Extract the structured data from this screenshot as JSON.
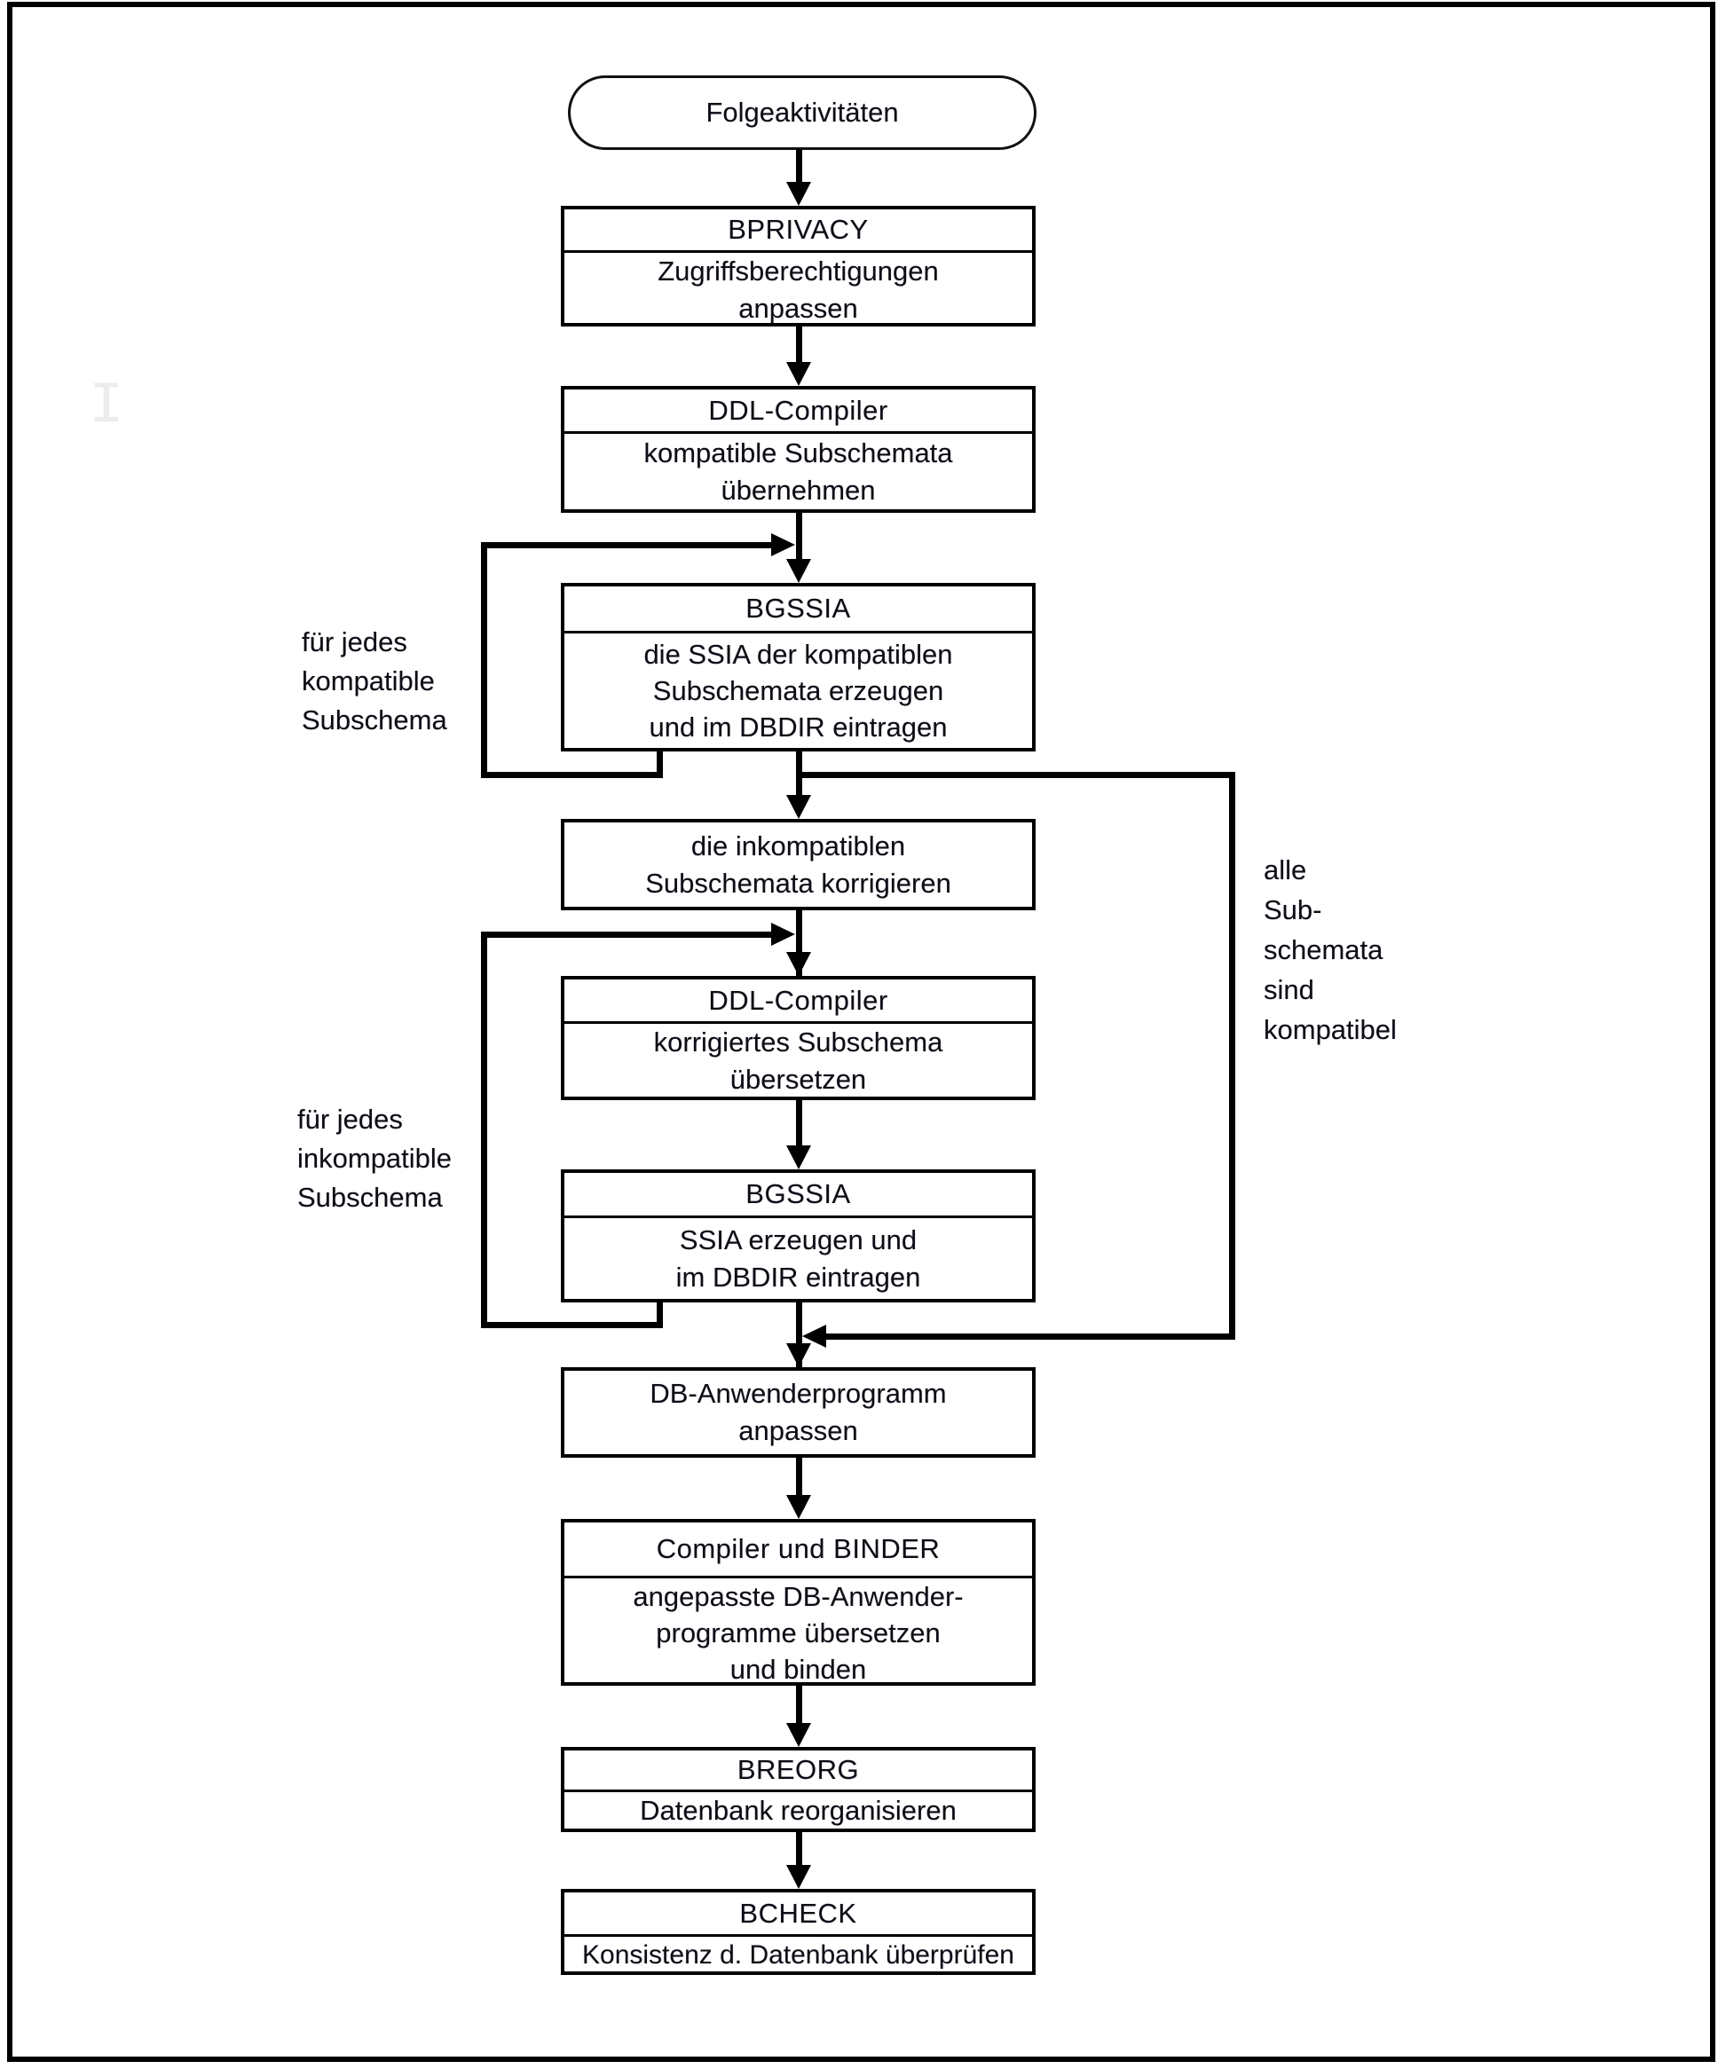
{
  "page": {
    "background": "#ffffff",
    "border_color": "#000000",
    "artifact_glyph": "I"
  },
  "colors": {
    "line": "#000000",
    "text": "#0d0d14"
  },
  "flow": {
    "start": {
      "label": "Folgeaktivitäten"
    },
    "nodes": [
      {
        "id": "bprivacy",
        "title": "BPRIVACY",
        "body": [
          "Zugriffsberechtigungen",
          "anpassen"
        ]
      },
      {
        "id": "ddl-compiler-1",
        "title": "DDL-Compiler",
        "body": [
          "kompatible Subschemata",
          "übernehmen"
        ]
      },
      {
        "id": "bgssia-1",
        "title": "BGSSIA",
        "body": [
          "die SSIA der kompatiblen",
          "Subschemata erzeugen",
          "und im DBDIR eintragen"
        ]
      },
      {
        "id": "inkompatible-korrigieren",
        "title": null,
        "body": [
          "die inkompatiblen",
          "Subschemata korrigieren"
        ]
      },
      {
        "id": "ddl-compiler-2",
        "title": "DDL-Compiler",
        "body": [
          "korrigiertes Subschema",
          "übersetzen"
        ]
      },
      {
        "id": "bgssia-2",
        "title": "BGSSIA",
        "body": [
          "SSIA erzeugen und",
          "im DBDIR eintragen"
        ]
      },
      {
        "id": "db-anwenderprogramm",
        "title": null,
        "body": [
          "DB-Anwenderprogramm",
          "anpassen"
        ]
      },
      {
        "id": "compiler-binder",
        "title": "Compiler und BINDER",
        "body": [
          "angepasste DB-Anwender-",
          "programme übersetzen",
          "und binden"
        ]
      },
      {
        "id": "breorg",
        "title": "BREORG",
        "body": [
          "Datenbank reorganisieren"
        ]
      },
      {
        "id": "bcheck",
        "title": "BCHECK",
        "body": [
          "Konsistenz d. Datenbank überprüfen"
        ]
      }
    ],
    "loop_labels": [
      {
        "id": "loop-kompatibel",
        "lines": [
          "für jedes",
          "kompatible",
          "Subschema"
        ]
      },
      {
        "id": "loop-inkompatibel",
        "lines": [
          "für jedes",
          "inkompatible",
          "Subschema"
        ]
      }
    ],
    "bypass_label": {
      "lines": [
        "alle",
        "Sub-",
        "schemata",
        "sind",
        "kompatibel"
      ]
    }
  }
}
